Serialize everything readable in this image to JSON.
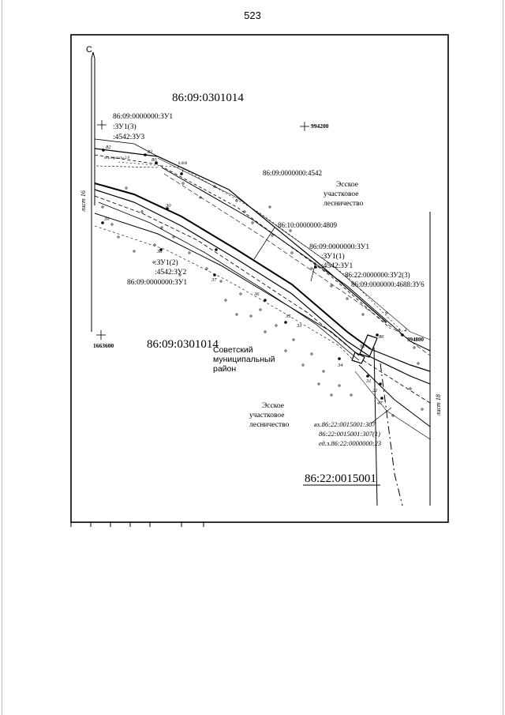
{
  "page_number": "523",
  "north_label": "С",
  "sheet_labels": {
    "left": "лист 16",
    "right": "лист 18"
  },
  "coordinates": {
    "top_right": "994200",
    "bottom_left": "1663600",
    "right_mid": "994800"
  },
  "quarters": {
    "top": "86:09:0301014",
    "middle": "86:09:0301014",
    "bottom_right": "86:22:0015001"
  },
  "areas": {
    "municipal": "Советский муниципальный район",
    "municipal_lines": [
      "Советский",
      "муниципальный",
      "район"
    ],
    "forestry_top_lines": [
      "Эсское",
      "участковое",
      "лесничество"
    ],
    "forestry_bottom_lines": [
      "Эсское",
      "участковое",
      "лесничество"
    ]
  },
  "parcels": {
    "top_left": [
      "86:09:0000000:ЗУ1",
      ":ЗУ1(3)",
      ":4542:ЗУ3"
    ],
    "center_label": "86:09:0000000:4542",
    "road_label": "86:10:0000000:4809",
    "right_block": [
      "86:09:0000000:ЗУ1",
      ":ЗУ1(1)",
      ":4542:ЗУ1"
    ],
    "right_block2": [
      "86:22:0000000:ЗУ2(3)",
      "86:09:0000000:4688:ЗУ6"
    ],
    "left_block": [
      ":ЗУ1(2)",
      ":4542:ЗУ2",
      "86:09:0000000:ЗУ1"
    ],
    "bottom_right_block": [
      "вх.86:22:0015001:307",
      "86:22:0015001:307(1)",
      "ед.з.86:22:0000000:23"
    ]
  },
  "small_labels": {
    "axis_road": "ось трассы 2.0",
    "survey": "8.000"
  },
  "points": [
    "82",
    "81",
    "80",
    "39",
    "38",
    "37",
    "36",
    "35",
    "34",
    "33",
    "31",
    "30",
    "1",
    "4",
    "86",
    "92",
    "21",
    "47"
  ]
}
